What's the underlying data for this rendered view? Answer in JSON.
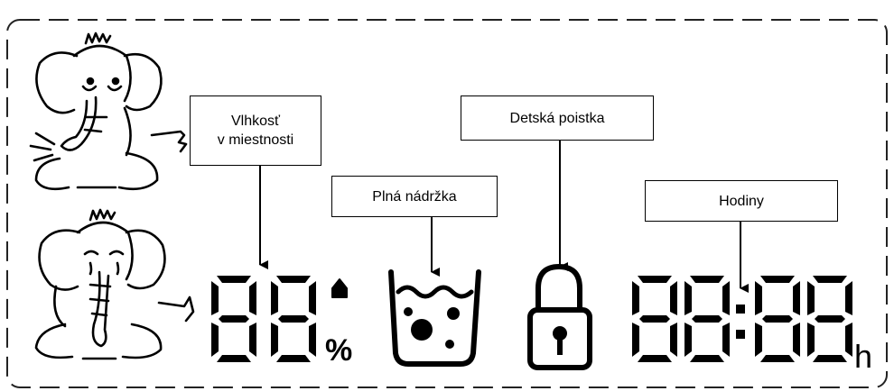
{
  "callouts": {
    "humidity": {
      "line1": "Vlhkosť",
      "line2": "v miestnosti"
    },
    "tank": {
      "label": "Plná nádržka"
    },
    "child_lock": {
      "label": "Detská poistka"
    },
    "clock": {
      "label": "Hodiny"
    }
  },
  "display": {
    "humidity_digits": "88",
    "humidity_unit": "%",
    "clock_digits": "88:88",
    "clock_unit": "h"
  },
  "icons": {
    "elephant_happy": "elephant-happy-icon",
    "elephant_sad": "elephant-sad-icon",
    "droplet": "droplet-icon",
    "water_tank": "water-tank-icon",
    "padlock": "padlock-icon"
  },
  "colors": {
    "segment": "#000000",
    "frame": "#222222",
    "background": "#ffffff"
  }
}
